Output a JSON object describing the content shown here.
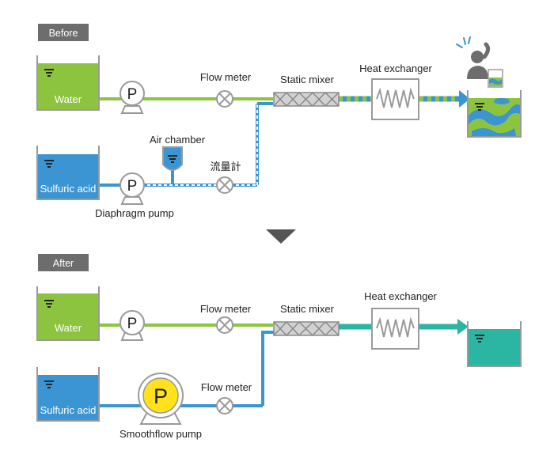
{
  "before": {
    "tag": "Before",
    "water_tank": "Water",
    "acid_tank": "Sulfuric acid",
    "flow_meter_top": "Flow meter",
    "static_mixer": "Static mixer",
    "heat_exchanger": "Heat exchanger",
    "air_chamber": "Air chamber",
    "flow_meter_bottom": "流量計",
    "pump_name": "Diaphragm pump",
    "pump_symbol": "P"
  },
  "after": {
    "tag": "After",
    "water_tank": "Water",
    "acid_tank": "Sulfuric acid",
    "flow_meter_top": "Flow meter",
    "static_mixer": "Static mixer",
    "heat_exchanger": "Heat exchanger",
    "flow_meter_bottom": "Flow meter",
    "pump_name": "Smoothflow pump",
    "pump_symbol": "P"
  },
  "colors": {
    "water": "#8dc43f",
    "acid": "#3a95d2",
    "mixed_even": "#2bb5a3",
    "outline": "#9a9a9a",
    "tag_bg": "#6d6d6d",
    "pump_highlight": "#ffe21b"
  },
  "icons": [
    "down-arrow-icon",
    "worried-person-icon",
    "uneven-mix-tank-icon"
  ]
}
